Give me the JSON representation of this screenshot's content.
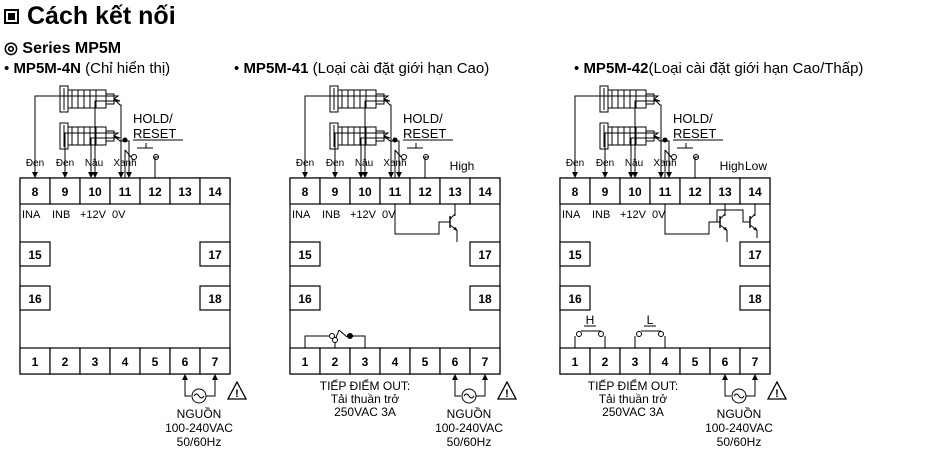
{
  "heading": {
    "symbol": "■",
    "title": "Cách kết nối"
  },
  "series": {
    "symbol": "◎",
    "label": "Series MP5M"
  },
  "terminals": {
    "top": [
      "8",
      "9",
      "10",
      "11",
      "12",
      "13",
      "14"
    ],
    "bottom": [
      "1",
      "2",
      "3",
      "4",
      "5",
      "6",
      "7"
    ],
    "side": [
      "15",
      "16",
      "17",
      "18"
    ]
  },
  "labels": {
    "ina": "INA",
    "inb": "INB",
    "v12": "+12V",
    "v0": "0V",
    "hold1": "HOLD/",
    "hold2": "RESET",
    "den": "Đen",
    "nau": "Nâu",
    "xanh": "Xanh",
    "high": "High",
    "low": "Low",
    "h": "H",
    "l": "L",
    "warning": "!"
  },
  "panels": [
    {
      "bullet": "•",
      "model": "MP5M-4N",
      "desc": " (Chỉ hiển thị)",
      "out": [],
      "power": [
        "NGUỒN",
        "100-240VAC",
        "50/60Hz"
      ]
    },
    {
      "bullet": "•",
      "model": "MP5M-41",
      "desc": " (Loại cài đặt giới hạn Cao)",
      "out": [
        "TIẾP ĐIỂM OUT:",
        "Tải thuần trở",
        "250VAC 3A"
      ],
      "power": [
        "NGUỒN",
        "100-240VAC",
        "50/60Hz"
      ]
    },
    {
      "bullet": "•",
      "model": "MP5M-42",
      "desc": "(Loại cài đặt giới hạn Cao/Thấp)",
      "out": [
        "TIẾP ĐIỂM OUT:",
        "Tải thuần trở",
        "250VAC 3A"
      ],
      "power": [
        "NGUỒN",
        "100-240VAC",
        "50/60Hz"
      ]
    }
  ]
}
